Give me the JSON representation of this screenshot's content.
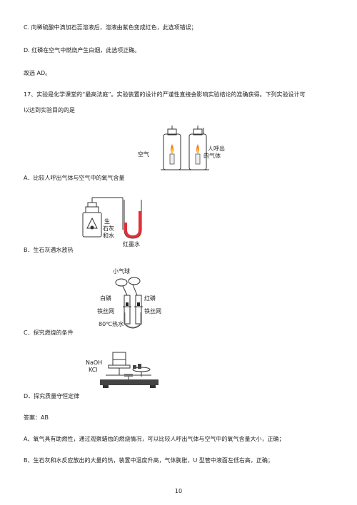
{
  "lines": {
    "c_prev": "C. 向稀硫酸中滴加石蕊溶液后，溶液由紫色变成红色，此选项错误；",
    "d_prev": "D. 红磷在空气中燃烧产生白烟，此选项正确。",
    "choose": "故选 AD。",
    "q17_line1": "17、实验是化学课堂的“最高法庭”。实验装置的设计的严谨性直接会影响实验结论的准确获得。下列实验设计可",
    "q17_line2": "以达到实验目的的是"
  },
  "options": {
    "a": "A．比较人呼出气体与空气中的氧气含量",
    "b": "B．生石灰遇水放热",
    "c": "C．探究燃烧的条件",
    "d": "D．探究质量守恒定律"
  },
  "fig_a": {
    "left_label": "空气",
    "right_label_1": "人呼出",
    "right_label_2": "的气体"
  },
  "fig_b": {
    "label_1": "生",
    "label_2": "石灰",
    "label_3": "和水",
    "label_4": "红墨水"
  },
  "fig_c": {
    "balloon": "小气球",
    "white_p": "白磷",
    "red_p": "红磷",
    "mesh_left": "铁丝网",
    "mesh_right": "铁丝网",
    "water": "80℃热水"
  },
  "fig_d": {
    "naoh": "NaOH",
    "kcl": "KCl"
  },
  "answer": {
    "label": "答案：AB",
    "a": "A、氧气具有助燃性，通过观察蜡烛的燃烧情况，可以比较人呼出气体与空气中的氧气含量大小，正确；",
    "b": "B、生石灰和水反应放出的大量的热，装置中温度升高，气体膨胀，U 型管中液面左低右高，正确；"
  },
  "page_number": "10"
}
